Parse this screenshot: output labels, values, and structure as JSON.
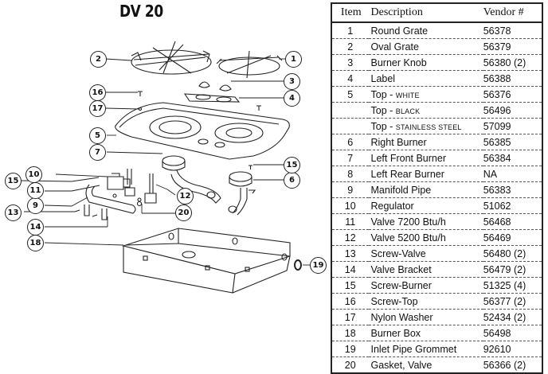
{
  "diagram": {
    "title": "DV 20",
    "callouts": [
      "1",
      "2",
      "3",
      "4",
      "5",
      "6",
      "7",
      "9",
      "10",
      "11",
      "12",
      "13",
      "14",
      "15",
      "15",
      "16",
      "17",
      "18",
      "19",
      "20"
    ]
  },
  "table": {
    "headers": {
      "item": "Item",
      "description": "Description",
      "vendor": "Vendor #"
    },
    "rows": [
      {
        "item": "1",
        "description": "Round Grate",
        "desc_suffix": "",
        "vendor": "56378"
      },
      {
        "item": "2",
        "description": "Oval Grate",
        "desc_suffix": "",
        "vendor": "56379"
      },
      {
        "item": "3",
        "description": "Burner Knob",
        "desc_suffix": "",
        "vendor": "56380 (2)"
      },
      {
        "item": "4",
        "description": "Label",
        "desc_suffix": "",
        "vendor": "56388"
      },
      {
        "item": "5",
        "description": "Top - ",
        "desc_suffix": "WHITE",
        "vendor": "56376"
      },
      {
        "item": "",
        "description": "Top - ",
        "desc_suffix": "BLACK",
        "vendor": "56496"
      },
      {
        "item": "",
        "description": "Top - ",
        "desc_suffix": "STAINLESS STEEL",
        "vendor": "57099"
      },
      {
        "item": "6",
        "description": "Right Burner",
        "desc_suffix": "",
        "vendor": "56385"
      },
      {
        "item": "7",
        "description": "Left Front Burner",
        "desc_suffix": "",
        "vendor": "56384"
      },
      {
        "item": "8",
        "description": "Left Rear Burner",
        "desc_suffix": "",
        "vendor": "NA"
      },
      {
        "item": "9",
        "description": "Manifold Pipe",
        "desc_suffix": "",
        "vendor": "56383"
      },
      {
        "item": "10",
        "description": "Regulator",
        "desc_suffix": "",
        "vendor": "51062"
      },
      {
        "item": "11",
        "description": "Valve 7200 Btu/h",
        "desc_suffix": "",
        "vendor": "56468"
      },
      {
        "item": "12",
        "description": "Valve 5200 Btu/h",
        "desc_suffix": "",
        "vendor": "56469"
      },
      {
        "item": "13",
        "description": "Screw-Valve",
        "desc_suffix": "",
        "vendor": "56480 (2)"
      },
      {
        "item": "14",
        "description": "Valve Bracket",
        "desc_suffix": "",
        "vendor": "56479 (2)"
      },
      {
        "item": "15",
        "description": "Screw-Burner",
        "desc_suffix": "",
        "vendor": "51325 (4)"
      },
      {
        "item": "16",
        "description": "Screw-Top",
        "desc_suffix": "",
        "vendor": "56377 (2)"
      },
      {
        "item": "17",
        "description": "Nylon Washer",
        "desc_suffix": "",
        "vendor": "52434 (2)"
      },
      {
        "item": "18",
        "description": "Burner Box",
        "desc_suffix": "",
        "vendor": "56498"
      },
      {
        "item": "19",
        "description": "Inlet Pipe Grommet",
        "desc_suffix": "",
        "vendor": "92610"
      },
      {
        "item": "20",
        "description": "Gasket, Valve",
        "desc_suffix": "",
        "vendor": "56366 (2)"
      }
    ]
  }
}
